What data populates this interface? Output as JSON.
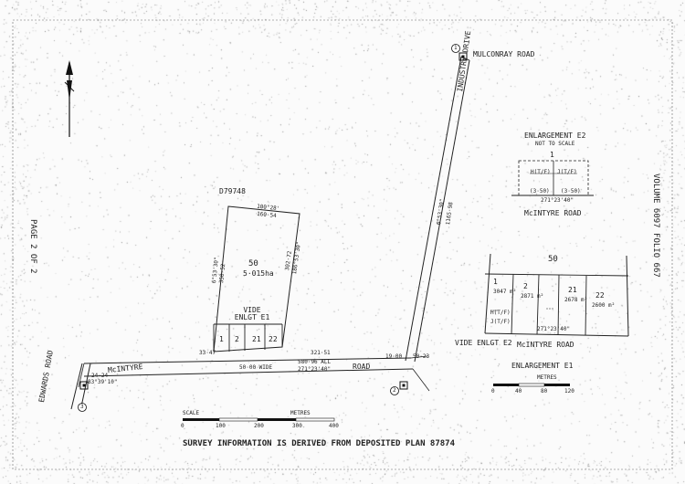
{
  "page_label": "PAGE 2 OF 2",
  "volume_folio": "VOLUME 6097   FOLIO 667",
  "plan_number": "D79748",
  "roads": {
    "mulconray": "MULCONRAY ROAD",
    "industry_drive": "INDUSTRY DRIVE",
    "mcintyre_main": "McINTYRE",
    "mcintyre_road": "ROAD",
    "edwards": "EDWARDS ROAD",
    "mcintyre_e2": "McINTYRE ROAD",
    "mcintyre_e1": "McINTYRE ROAD",
    "width_note": "50·00 WIDE"
  },
  "main_lot": {
    "number": "50",
    "area": "5·015ha",
    "vide": "VIDE ENLGT E1"
  },
  "small_lots": [
    "1",
    "2",
    "21",
    "22"
  ],
  "dimensions": {
    "top_bearing": "100°28'",
    "top_length": "160·54",
    "left_bearing": "6°53'30\"",
    "left_length": "350·52",
    "right_length": "302·72",
    "right_bearing": "186°53'30\"",
    "road_bearing": "271°23'40\"",
    "road_length": "580·96 ALL",
    "frontage": "321·51",
    "frontage_left": "33·47",
    "drive_bearing": "6°53'30\"",
    "drive_length": "1165·98",
    "junction_a": "19·00",
    "junction_b": "50·23",
    "edwards_bearing": "83°39'10\"",
    "edwards_length": "24·24"
  },
  "enlargement_e2": {
    "title": "ENLARGEMENT E2",
    "subtitle": "NOT TO SCALE",
    "lot": "1",
    "h": "H(T/F)",
    "j": "J(T/F)",
    "note_a": "(3·50)",
    "note_b": "(3·50)",
    "bearing": "271°23'40\""
  },
  "enlargement_e1": {
    "title": "ENLARGEMENT E1",
    "main_lot": "50",
    "vide": "VIDE ENLGT E2",
    "bearing": "271°23'40\"",
    "lots": [
      {
        "num": "1",
        "area": "3047 m²"
      },
      {
        "num": "2",
        "area": "2871 m²"
      },
      {
        "num": "21",
        "area": "2678 m²"
      },
      {
        "num": "22",
        "area": "2600 m²"
      }
    ],
    "h": "H(T/F)",
    "j": "J(T/F)",
    "scale_label": "METRES",
    "scale_ticks": [
      "0",
      "40",
      "80",
      "120"
    ]
  },
  "scale_bar": {
    "label": "SCALE",
    "unit": "METRES",
    "ticks": [
      "0",
      "100",
      "200",
      "300",
      "400"
    ]
  },
  "footer": "SURVEY INFORMATION IS DERIVED FROM DEPOSITED PLAN 87874",
  "markers": [
    "1",
    "2",
    "3"
  ]
}
